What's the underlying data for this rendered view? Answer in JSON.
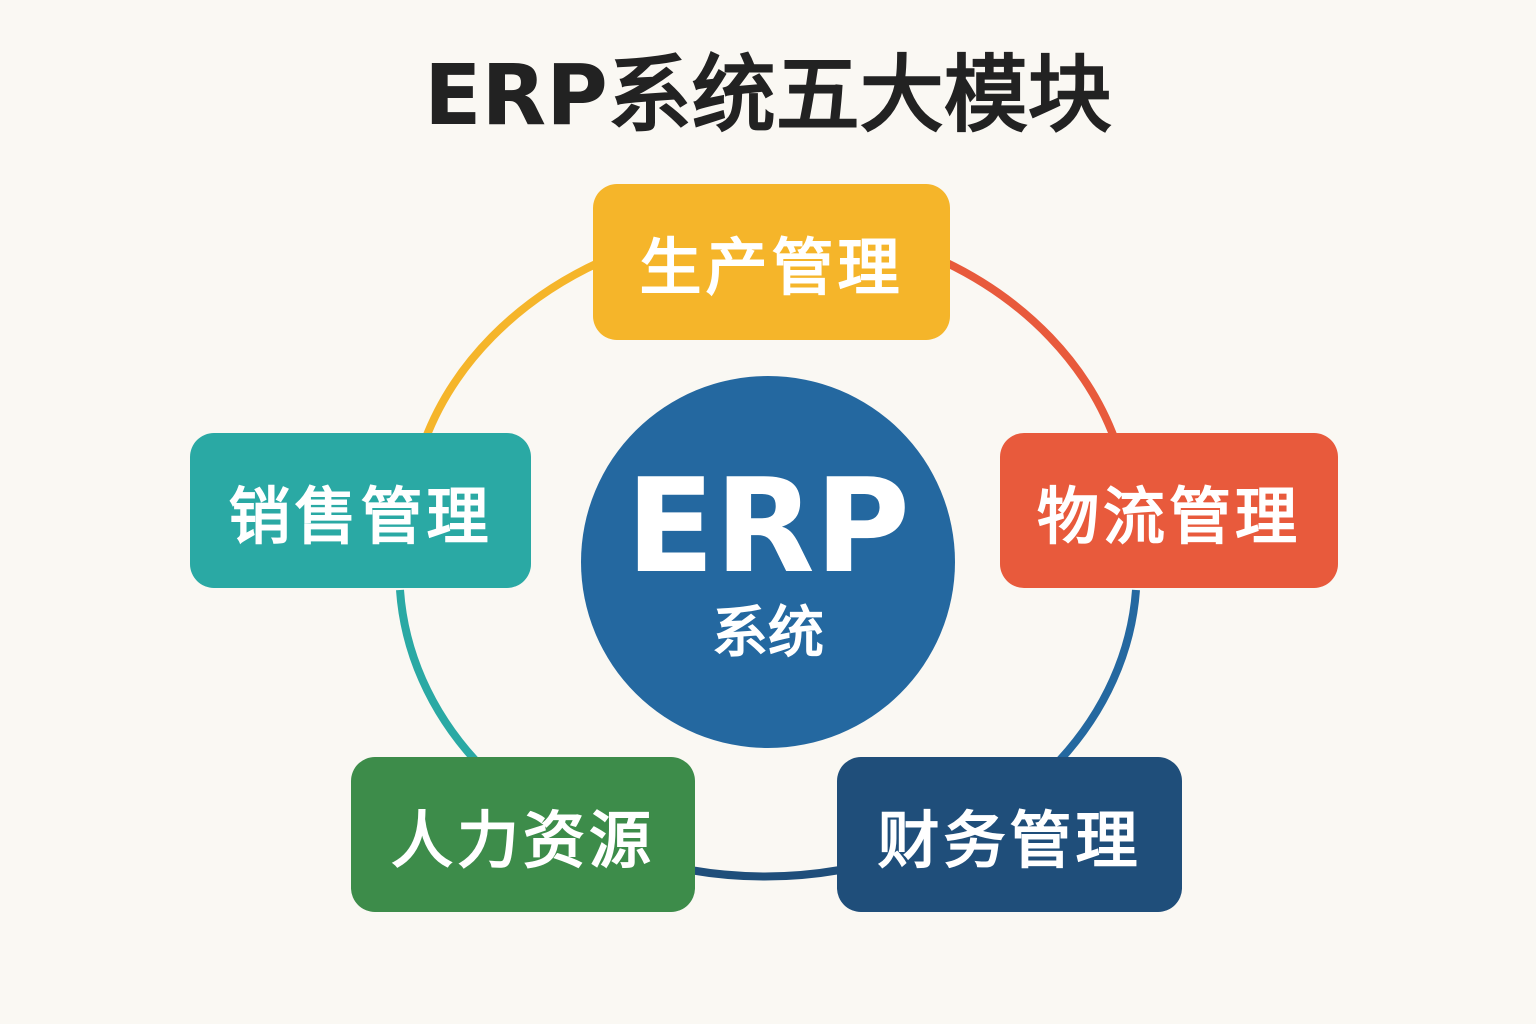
{
  "title": "ERP系统五大模块",
  "center": {
    "label": "ERP",
    "sublabel": "系统",
    "color": "#2468a0"
  },
  "modules": [
    {
      "label": "生产管理",
      "color": "#f5b52a"
    },
    {
      "label": "物流管理",
      "color": "#e85a3c"
    },
    {
      "label": "财务管理",
      "color": "#1f4e7a"
    },
    {
      "label": "人力资源",
      "color": "#3d8c4a"
    },
    {
      "label": "销售管理",
      "color": "#2aa9a4"
    }
  ]
}
